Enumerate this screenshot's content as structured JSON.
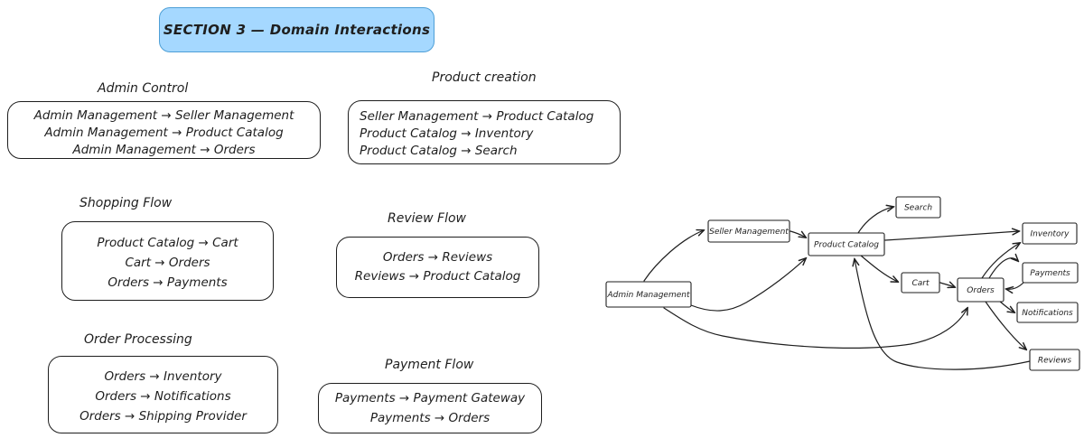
{
  "title": {
    "label": "SECTION 3 — Domain Interactions"
  },
  "colors": {
    "ink": "#1e1e1e",
    "accent_fill": "#a5d8ff",
    "accent_stroke": "#4e9fd6"
  },
  "groups": [
    {
      "id": "admin-control",
      "heading": "Admin Control",
      "lines": [
        "Admin Management → Seller Management",
        "Admin Management → Product Catalog",
        "Admin Management → Orders"
      ]
    },
    {
      "id": "product-creation",
      "heading": "Product creation",
      "lines": [
        "Seller Management → Product Catalog",
        "Product Catalog → Inventory",
        "Product Catalog → Search"
      ]
    },
    {
      "id": "shopping-flow",
      "heading": "Shopping Flow",
      "lines": [
        "Product Catalog → Cart",
        "Cart → Orders",
        "Orders → Payments"
      ]
    },
    {
      "id": "review-flow",
      "heading": "Review Flow",
      "lines": [
        "Orders → Reviews",
        "Reviews → Product Catalog"
      ]
    },
    {
      "id": "order-processing",
      "heading": "Order Processing",
      "lines": [
        "Orders → Inventory",
        "Orders → Notifications",
        "Orders → Shipping Provider"
      ]
    },
    {
      "id": "payment-flow",
      "heading": "Payment Flow",
      "lines": [
        "Payments → Payment Gateway",
        "Payments → Orders"
      ]
    }
  ],
  "diagram": {
    "nodes": [
      {
        "id": "admin-management",
        "label": "Admin Management"
      },
      {
        "id": "seller-management",
        "label": "Seller Management"
      },
      {
        "id": "product-catalog",
        "label": "Product Catalog"
      },
      {
        "id": "search",
        "label": "Search"
      },
      {
        "id": "inventory",
        "label": "Inventory"
      },
      {
        "id": "cart",
        "label": "Cart"
      },
      {
        "id": "orders",
        "label": "Orders"
      },
      {
        "id": "payments",
        "label": "Payments"
      },
      {
        "id": "notifications",
        "label": "Notifications"
      },
      {
        "id": "reviews",
        "label": "Reviews"
      }
    ],
    "edges": [
      {
        "from": "admin-management",
        "to": "seller-management"
      },
      {
        "from": "admin-management",
        "to": "product-catalog"
      },
      {
        "from": "admin-management",
        "to": "orders"
      },
      {
        "from": "seller-management",
        "to": "product-catalog"
      },
      {
        "from": "product-catalog",
        "to": "search"
      },
      {
        "from": "product-catalog",
        "to": "inventory"
      },
      {
        "from": "product-catalog",
        "to": "cart"
      },
      {
        "from": "cart",
        "to": "orders"
      },
      {
        "from": "orders",
        "to": "inventory"
      },
      {
        "from": "orders",
        "to": "payments"
      },
      {
        "from": "payments",
        "to": "orders"
      },
      {
        "from": "orders",
        "to": "notifications"
      },
      {
        "from": "orders",
        "to": "reviews"
      },
      {
        "from": "reviews",
        "to": "product-catalog"
      }
    ]
  }
}
